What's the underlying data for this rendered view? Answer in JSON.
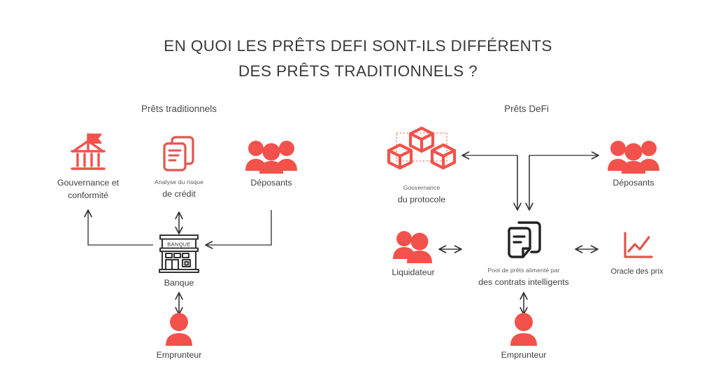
{
  "title": {
    "line1": "EN QUOI LES PRÊTS DEFI SONT-ILS DIFFÉRENTS",
    "line2": "DES PRÊTS TRADITIONNELS ?"
  },
  "colors": {
    "red": "#F2524B",
    "dark": "#333333",
    "text": "#3f3f3f",
    "background": "#FFFFFF"
  },
  "sections": {
    "traditional": {
      "heading": "Prêts traditionnels"
    },
    "defi": {
      "heading": "Prêts DeFi"
    }
  },
  "traditional_nodes": {
    "governance": {
      "line1": "Gouvernance et",
      "line2": "conformité",
      "icon": "government-building-icon"
    },
    "risk": {
      "line1": "Analyse du risque",
      "line2": "de crédit",
      "icon": "documents-icon"
    },
    "depositors": {
      "label": "Déposants",
      "icon": "people-group-icon"
    },
    "bank": {
      "label": "Banque",
      "sign": "BANQUE",
      "icon": "bank-building-icon"
    },
    "borrower": {
      "label": "Emprunteur",
      "icon": "person-icon"
    }
  },
  "defi_nodes": {
    "governance": {
      "line1": "Gouvernance",
      "line2": "du protocole",
      "icon": "blockchain-cubes-icon"
    },
    "depositors": {
      "label": "Déposants",
      "icon": "people-group-icon"
    },
    "liquidator": {
      "label": "Liquidateur",
      "icon": "two-people-icon"
    },
    "pool": {
      "line1": "Pool de prêts alimenté par",
      "line2": "des contrats intelligents",
      "icon": "smart-contract-document-icon"
    },
    "oracle": {
      "label": "Oracle des prix",
      "icon": "price-chart-icon"
    },
    "borrower": {
      "label": "Emprunteur",
      "icon": "person-icon"
    }
  },
  "chart_data": {
    "type": "diagram",
    "title": "EN QUOI LES PRÊTS DEFI SONT-ILS DIFFÉRENTS DES PRÊTS TRADITIONNELS ?",
    "panels": [
      {
        "name": "Prêts traditionnels",
        "nodes": [
          "Gouvernance et conformité",
          "Analyse du risque de crédit",
          "Déposants",
          "Banque",
          "Emprunteur"
        ],
        "edges": [
          {
            "from": "Banque",
            "to": "Gouvernance et conformité",
            "style": "elbow",
            "direction": "one-way"
          },
          {
            "from": "Banque",
            "to": "Analyse du risque de crédit",
            "style": "straight",
            "direction": "two-way"
          },
          {
            "from": "Déposants",
            "to": "Banque",
            "style": "elbow",
            "direction": "one-way"
          },
          {
            "from": "Banque",
            "to": "Emprunteur",
            "style": "straight",
            "direction": "two-way"
          }
        ]
      },
      {
        "name": "Prêts DeFi",
        "nodes": [
          "Gouvernance du protocole",
          "Déposants",
          "Liquidateur",
          "Pool de prêts alimenté par des contrats intelligents",
          "Oracle des prix",
          "Emprunteur"
        ],
        "edges": [
          {
            "from": "Pool de prêts",
            "to": "Gouvernance du protocole",
            "style": "elbow",
            "direction": "one-way"
          },
          {
            "from": "Déposants",
            "to": "Pool de prêts",
            "style": "elbow",
            "direction": "one-way"
          },
          {
            "from": "Liquidateur",
            "to": "Pool de prêts",
            "style": "straight",
            "direction": "two-way"
          },
          {
            "from": "Pool de prêts",
            "to": "Oracle des prix",
            "style": "straight",
            "direction": "two-way"
          },
          {
            "from": "Pool de prêts",
            "to": "Emprunteur",
            "style": "straight",
            "direction": "two-way"
          }
        ]
      }
    ]
  }
}
